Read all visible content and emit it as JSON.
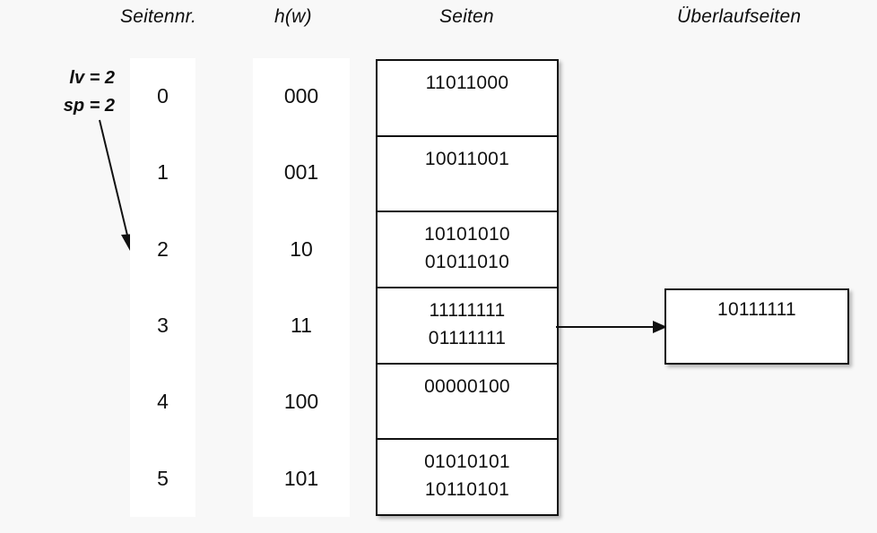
{
  "headers": {
    "seitennr": "Seitennr.",
    "hw": "h(w)",
    "seiten": "Seiten",
    "ueberlaufseiten": "Überlaufseiten"
  },
  "params": {
    "lv": "lv = 2",
    "sp": "sp = 2"
  },
  "rows": [
    {
      "seitennr": "0",
      "hw": "000",
      "records": [
        "11011000"
      ]
    },
    {
      "seitennr": "1",
      "hw": "001",
      "records": [
        "10011001"
      ]
    },
    {
      "seitennr": "2",
      "hw": "10",
      "records": [
        "10101010",
        "01011010"
      ]
    },
    {
      "seitennr": "3",
      "hw": "11",
      "records": [
        "11111111",
        "01111111"
      ]
    },
    {
      "seitennr": "4",
      "hw": "100",
      "records": [
        "00000100"
      ]
    },
    {
      "seitennr": "5",
      "hw": "101",
      "records": [
        "01010101",
        "10110101"
      ]
    }
  ],
  "overflow": {
    "records": [
      "10111111"
    ],
    "from_row_index": 3
  },
  "colors": {
    "background": "#f8f8f8",
    "panel": "#ffffff",
    "stroke": "#111111",
    "text": "#111111"
  }
}
